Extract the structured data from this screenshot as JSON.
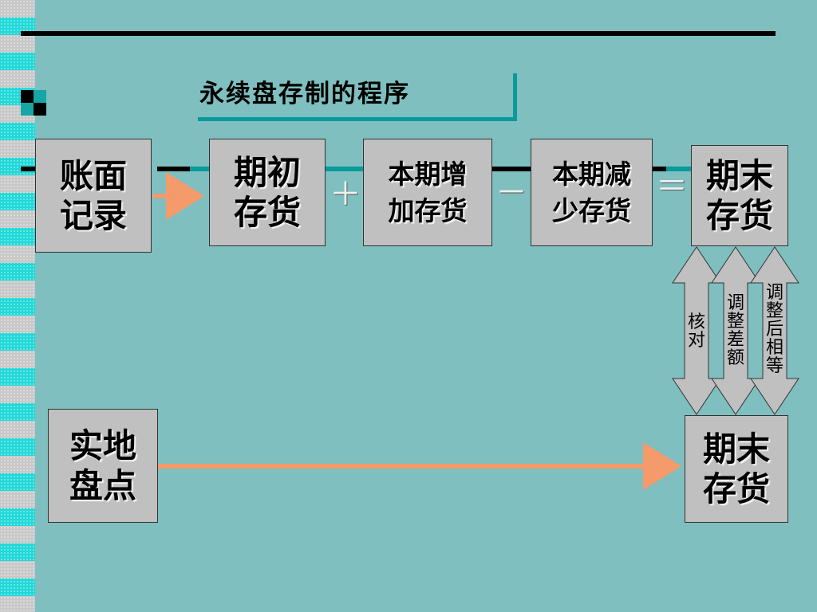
{
  "title": "永续盘存制的程序",
  "boxes": {
    "book_record": "账面\n记录",
    "opening_inventory": "期初\n存货",
    "current_increase": "本期增\n加存货",
    "current_decrease": "本期减\n少存货",
    "ending_inventory_book": "期末\n存货",
    "physical_count": "实地\n盘点",
    "ending_inventory_physical": "期末\n存货"
  },
  "operators": {
    "plus": "＋",
    "minus": "－",
    "equals": "＝"
  },
  "double_arrows": {
    "verify": "核\n对",
    "adjust_difference": "调\n整\n差\n额",
    "equal_after_adjust": "调\n整\n后\n相\n等"
  },
  "colors": {
    "background": "#7fbfbf",
    "box_fill": "#c0c0c0",
    "flow_arrow": "#f59a6a",
    "accent_teal": "#0a9a9a",
    "rule": "#000000"
  }
}
